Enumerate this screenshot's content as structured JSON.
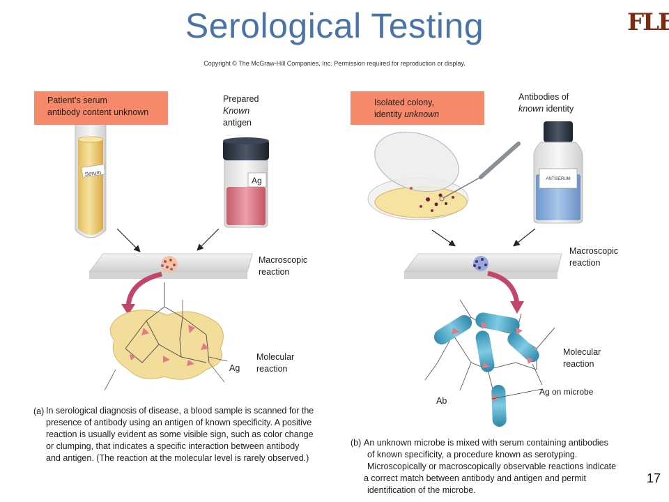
{
  "header": {
    "title": "Serological Testing",
    "logo": "FLEX",
    "copyright": "Copyright © The McGraw-Hill Companies, Inc. Permission required for reproduction or display."
  },
  "panel_a": {
    "serum_box": [
      "Patient’s serum",
      "antibody content unknown"
    ],
    "antigen_label": [
      "Prepared",
      "Known",
      "antigen"
    ],
    "tube_label": "Serum",
    "vial_label": "Ag",
    "macro_label": [
      "Macroscopic",
      "reaction"
    ],
    "ag_label": "Ag",
    "molecular_label": [
      "Molecular",
      "reaction"
    ],
    "caption_marker": "(a)",
    "caption": [
      "In serological diagnosis of disease, a blood sample is scanned for the",
      "presence of antibody using an antigen of known specificity. A positive",
      "reaction is usually evident as some visible sign, such as color change",
      "or clumping, that indicates a specific interaction between antibody",
      "and antigen. (The reaction at the molecular level is rarely observed.)"
    ]
  },
  "panel_b": {
    "colony_box": [
      "Isolated colony,",
      "identity unknown"
    ],
    "antibody_label": [
      "Antibodies of",
      "known identity"
    ],
    "bottle_label": "ANTISERUM",
    "macro_label": [
      "Macroscopic",
      "reaction"
    ],
    "molecular_label": [
      "Molecular",
      "reaction"
    ],
    "ag_microbe_label": "Ag on microbe",
    "ab_label": "Ab",
    "caption_marker": "(b)",
    "caption": [
      "An unknown microbe is mixed with serum containing antibodies",
      "of known specificity, a procedure known as serotyping.",
      "Microscopically or macroscopically observable reactions indicate",
      "a correct match between antibody and antigen and permit",
      "identification of the microbe."
    ]
  },
  "footer": {
    "page_number": "17"
  },
  "colors": {
    "title": "#4a74a8",
    "box_fill": "#f7896b",
    "serum": "#f0cf7a",
    "antigen_liquid": "#d9707c",
    "antiserum": "#86abd8",
    "microbe": "#4fa9c9",
    "arrow_pink": "#c2456a"
  }
}
